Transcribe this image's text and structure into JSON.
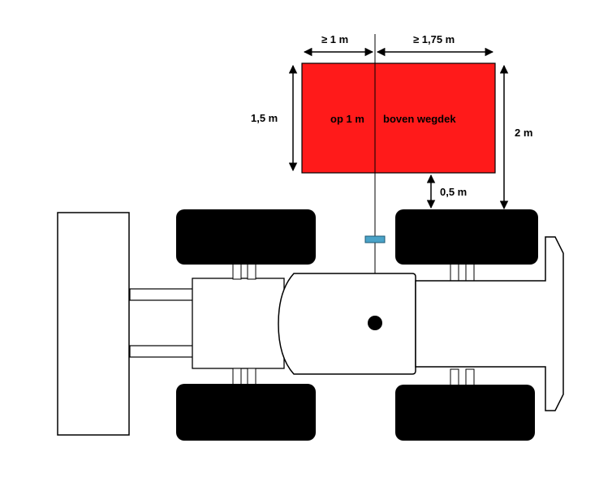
{
  "labels": {
    "width_left": "≥ 1 m",
    "width_right": "≥ 1,75 m",
    "height": "1,5 m",
    "total_height": "2 m",
    "gap": "0,5 m",
    "zone_text_left": "op 1 m",
    "zone_text_right": "boven wegdek"
  },
  "colors": {
    "zone_fill": "#ff1a1a",
    "zone_stroke": "#000000",
    "sensor": "#4aa3c8",
    "tire": "#000000",
    "line": "#000000"
  }
}
